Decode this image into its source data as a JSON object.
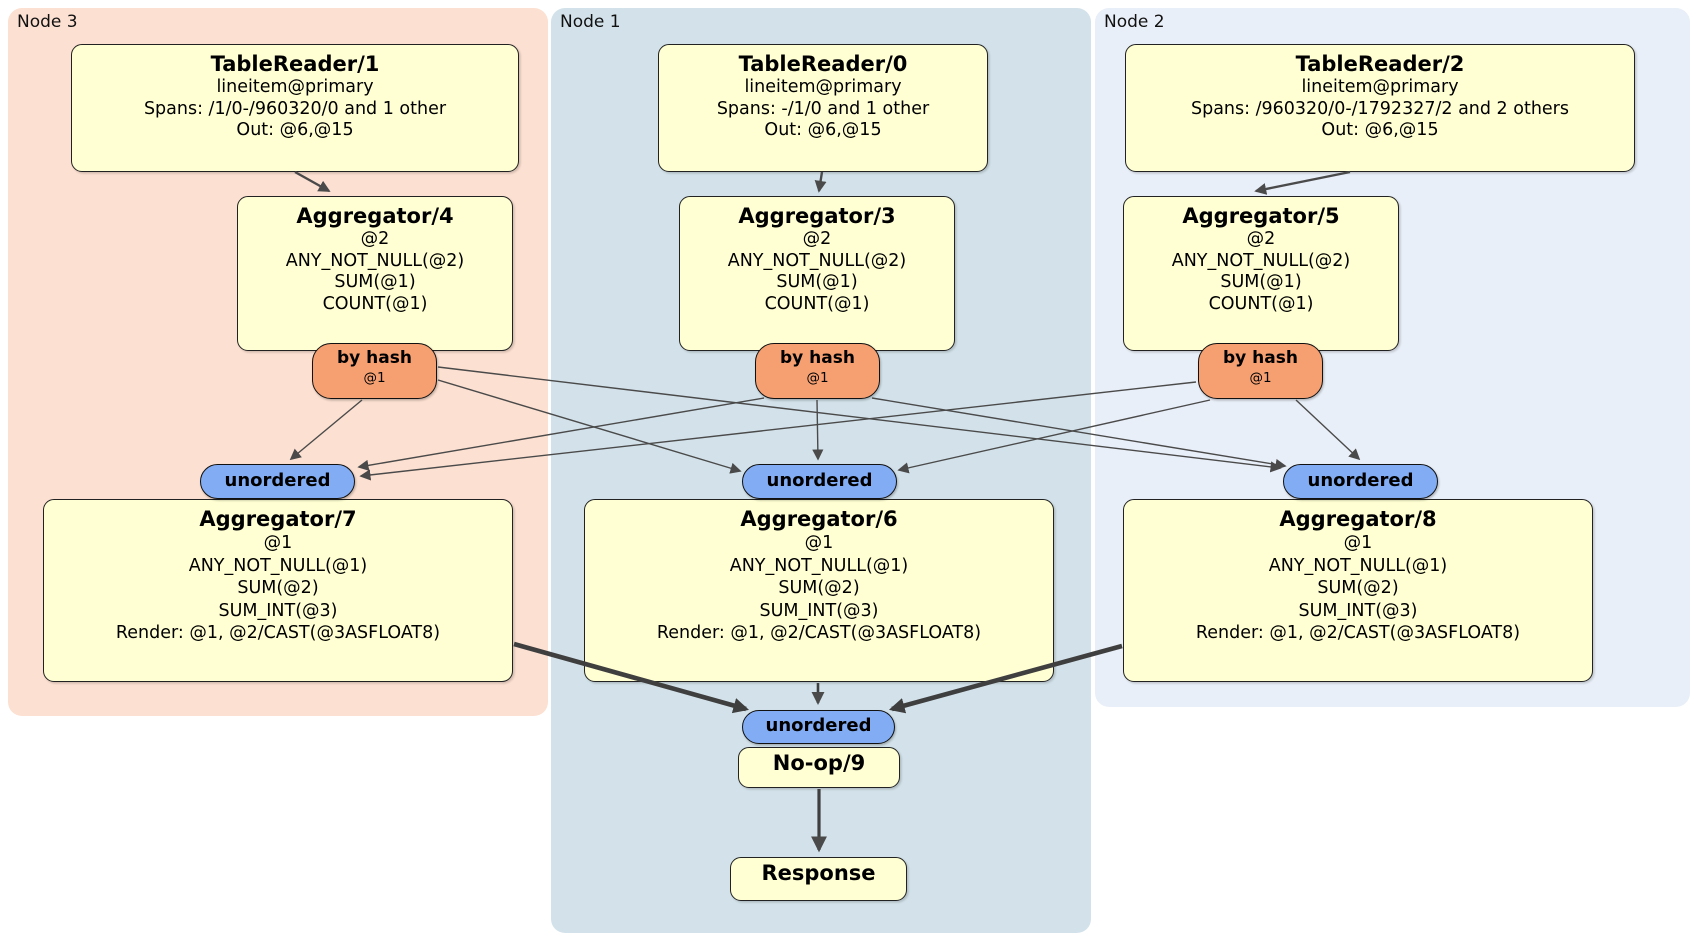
{
  "diagram": {
    "regions": [
      {
        "id": "node3",
        "label": "Node 3"
      },
      {
        "id": "node1",
        "label": "Node 1"
      },
      {
        "id": "node2",
        "label": "Node 2"
      }
    ],
    "processors": {
      "tr1": {
        "title": "TableReader/1",
        "lines": [
          "lineitem@primary",
          "Spans: /1/0-/960320/0 and 1 other",
          "Out: @6,@15"
        ]
      },
      "tr0": {
        "title": "TableReader/0",
        "lines": [
          "lineitem@primary",
          "Spans: -/1/0 and 1 other",
          "Out: @6,@15"
        ]
      },
      "tr2": {
        "title": "TableReader/2",
        "lines": [
          "lineitem@primary",
          "Spans: /960320/0-/1792327/2 and 2 others",
          "Out: @6,@15"
        ]
      },
      "agg4": {
        "title": "Aggregator/4",
        "lines": [
          "@2",
          "ANY_NOT_NULL(@2)",
          "SUM(@1)",
          "COUNT(@1)"
        ]
      },
      "agg3": {
        "title": "Aggregator/3",
        "lines": [
          "@2",
          "ANY_NOT_NULL(@2)",
          "SUM(@1)",
          "COUNT(@1)"
        ]
      },
      "agg5": {
        "title": "Aggregator/5",
        "lines": [
          "@2",
          "ANY_NOT_NULL(@2)",
          "SUM(@1)",
          "COUNT(@1)"
        ]
      },
      "agg7": {
        "title": "Aggregator/7",
        "lines": [
          "@1",
          "ANY_NOT_NULL(@1)",
          "SUM(@2)",
          "SUM_INT(@3)",
          "Render: @1, @2/CAST(@3ASFLOAT8)"
        ]
      },
      "agg6": {
        "title": "Aggregator/6",
        "lines": [
          "@1",
          "ANY_NOT_NULL(@1)",
          "SUM(@2)",
          "SUM_INT(@3)",
          "Render: @1, @2/CAST(@3ASFLOAT8)"
        ]
      },
      "agg8": {
        "title": "Aggregator/8",
        "lines": [
          "@1",
          "ANY_NOT_NULL(@1)",
          "SUM(@2)",
          "SUM_INT(@3)",
          "Render: @1, @2/CAST(@3ASFLOAT8)"
        ]
      },
      "noop": {
        "title": "No-op/9"
      },
      "response": {
        "title": "Response"
      }
    },
    "routers": {
      "by_hash_label": "by hash",
      "by_hash_key": "@1",
      "sync_label": "unordered"
    },
    "colors": {
      "node3_bg": "#fce0d1",
      "node1_bg": "#d3e2ea",
      "node2_bg": "#e9eff8",
      "box_bg": "#ffffd3",
      "router_bg": "#f6a072",
      "sync_bg": "#82adf5",
      "edge": "#4a4a4a"
    }
  }
}
